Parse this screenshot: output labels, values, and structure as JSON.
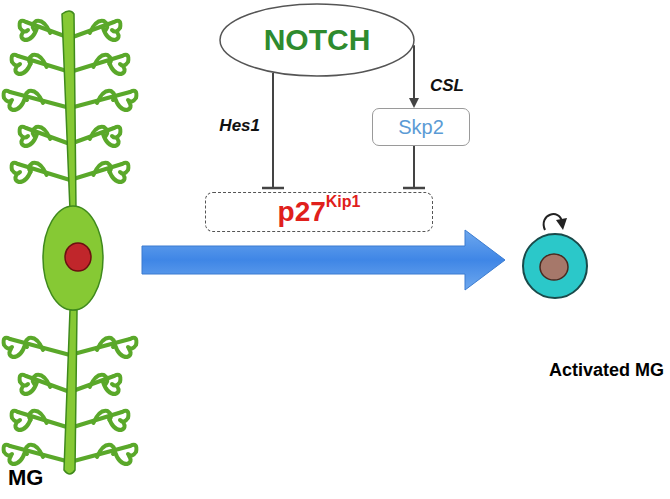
{
  "diagram": {
    "nodes": [
      {
        "text": [
          "NOTCH"
        ]
      },
      {
        "text": [
          "Skp2"
        ]
      },
      {
        "text": [
          "p27",
          "Kip1"
        ]
      },
      {
        "text": [
          "MG"
        ]
      },
      {
        "text": [
          "Activated MG"
        ]
      }
    ],
    "edges": [
      {
        "from": 0,
        "to": 2,
        "label": "Hes1",
        "arrow": "to"
      },
      {
        "from": 0,
        "to": 1,
        "label": "CSL",
        "arrow": "to"
      },
      {
        "from": 1,
        "to": 2,
        "arrow": "to"
      },
      {
        "from": 3,
        "to": 4,
        "arrow": "to"
      }
    ]
  }
}
